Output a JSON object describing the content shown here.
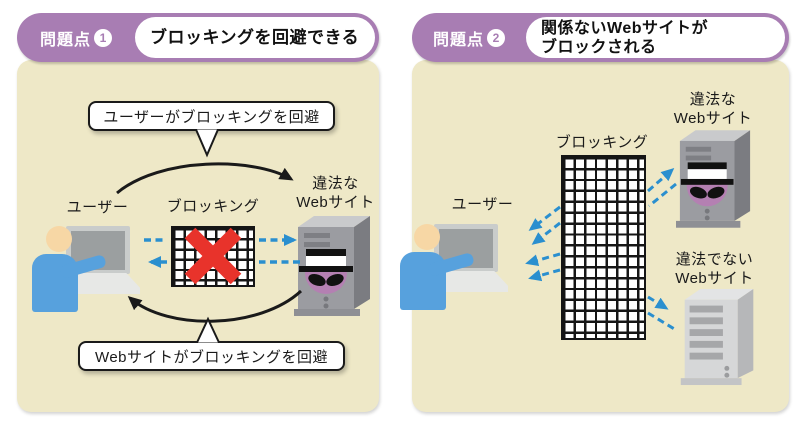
{
  "panel1": {
    "badge_text": "問題点",
    "badge_num": "1",
    "title": "ブロッキングを回避できる",
    "bubble_top": "ユーザーがブロッキングを回避",
    "bubble_bottom": "Webサイトがブロッキングを回避",
    "label_user": "ユーザー",
    "label_blocking": "ブロッキング",
    "label_illegal_line1": "違法な",
    "label_illegal_line2": "Webサイト"
  },
  "panel2": {
    "badge_text": "問題点",
    "badge_num": "2",
    "title_line1": "関係ないWebサイトが",
    "title_line2": "ブロックされる",
    "label_user": "ユーザー",
    "label_blocking": "ブロッキング",
    "label_illegal_line1": "違法な",
    "label_illegal_line2": "Webサイト",
    "label_legal_line1": "違法でない",
    "label_legal_line2": "Webサイト"
  },
  "colors": {
    "accent_purple": "#a87db3",
    "panel_beige": "#eee8c7",
    "arrow_blue": "#2a8fcf",
    "cross_red": "#e8332b",
    "person_blue": "#57a1dd",
    "grid_black": "#151515"
  }
}
